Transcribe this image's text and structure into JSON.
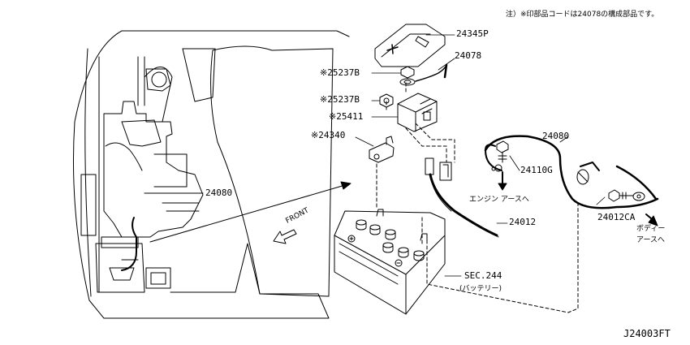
{
  "note": "注）※印部品コードは24078の構成部品です。",
  "parts": {
    "p24345P": "24345P",
    "p24078": "24078",
    "p25237B_1": "※25237B",
    "p25237B_2": "※25237B",
    "p25411": "※25411",
    "p24340": "※24340",
    "p24080_left": "24080",
    "p24080_right": "24080",
    "p24110G": "24110G",
    "p24012": "24012",
    "p24012CA": "24012CA",
    "sec244": "SEC.244"
  },
  "annotations": {
    "engine_earth": "エンジン アースへ",
    "body_earth_1": "ボディー",
    "body_earth_2": "アースへ",
    "battery": "(バッテリー)",
    "front": "FRONT"
  },
  "diagram_code": "J24003FT"
}
